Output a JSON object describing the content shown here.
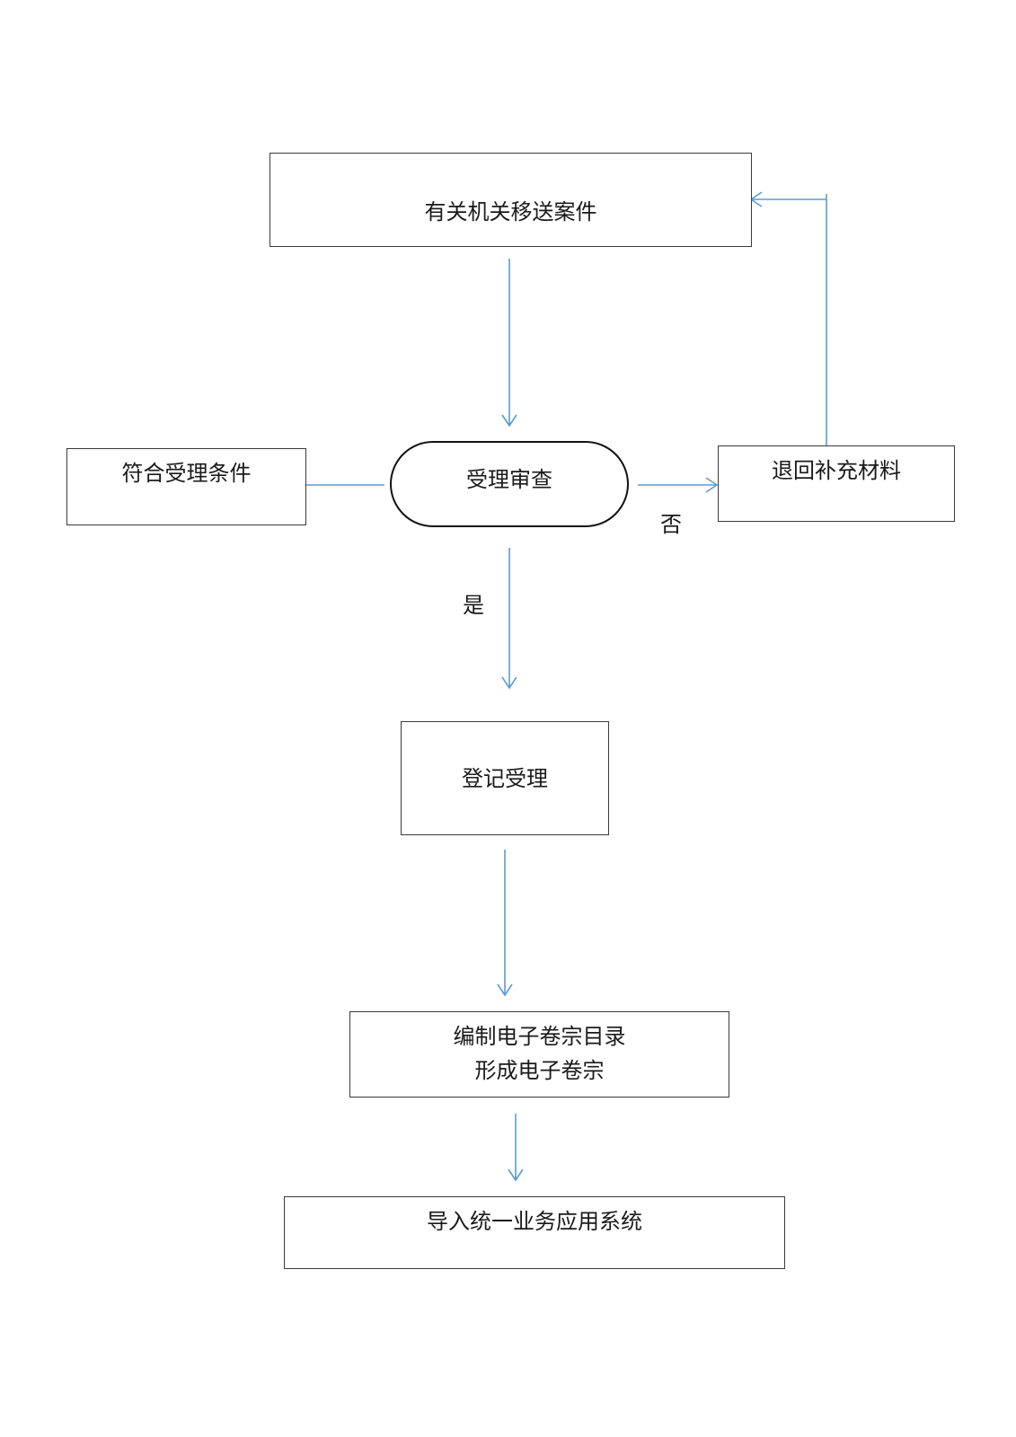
{
  "nodes": {
    "source": {
      "text": "有关机关移送案件"
    },
    "review": {
      "text": "受理审查"
    },
    "criteria": {
      "text": "符合受理条件"
    },
    "return": {
      "text": "退回补充材料"
    },
    "register": {
      "text": "登记受理"
    },
    "compile": {
      "line1": "编制电子卷宗目录",
      "line2": "形成电子卷宗"
    },
    "import": {
      "text": "导入统一业务应用系统"
    }
  },
  "edge_labels": {
    "no": "否",
    "yes": "是"
  },
  "colors": {
    "connector": "#5b9bd5",
    "box_border": "#3a3a3a",
    "pill_border": "#111111"
  }
}
